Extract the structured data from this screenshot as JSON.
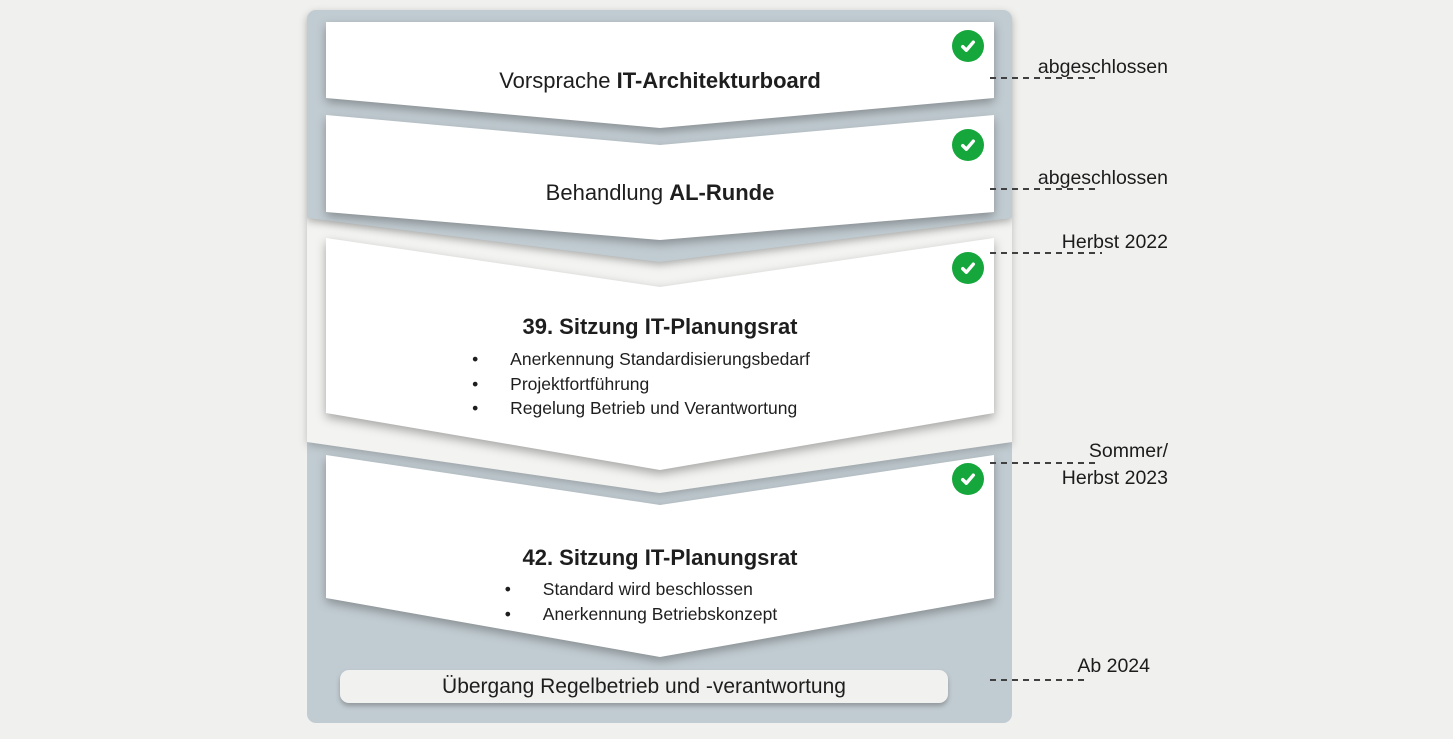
{
  "diagram": {
    "title_hint": "IT-Planungsrat Standardisierungs-Prozess Zeitplan",
    "steps": [
      {
        "prefix": "Vorsprache ",
        "emphasis": "IT-Architekturboard",
        "status": "abgeschlossen",
        "annotation": "abgeschlossen",
        "bullets": []
      },
      {
        "prefix": "Behandlung ",
        "emphasis": "AL-Runde",
        "status": "abgeschlossen",
        "annotation": "abgeschlossen",
        "bullets": []
      },
      {
        "prefix": "",
        "emphasis": "39. Sitzung IT-Planungsrat",
        "status": "abgeschlossen",
        "annotation": "Herbst 2022",
        "bullets": [
          "Anerkennung Standardisierungsbedarf",
          "Projektfortführung",
          "Regelung Betrieb und Verantwortung"
        ]
      },
      {
        "prefix": "",
        "emphasis": "42. Sitzung IT-Planungsrat",
        "status": "abgeschlossen",
        "annotation_line1": "Sommer/",
        "annotation_line2": "Herbst 2023",
        "bullets": [
          "Standard wird beschlossen",
          "Anerkennung Betriebskonzept"
        ]
      }
    ],
    "footer": {
      "label": "Übergang Regelbetrieb und -verantwortung",
      "annotation": "Ab 2024"
    },
    "icons": {
      "status": "check-circle-icon"
    },
    "colors": {
      "page_bg": "#f0f0ee",
      "panel_blue_gray": "#c1ccd2",
      "panel_light": "#f3f3f1",
      "banner_white": "#ffffff",
      "check_green": "#16a73c",
      "text": "#1e1e1e",
      "dash_line": "#404040",
      "pill_bg": "#f1f1ef"
    }
  }
}
